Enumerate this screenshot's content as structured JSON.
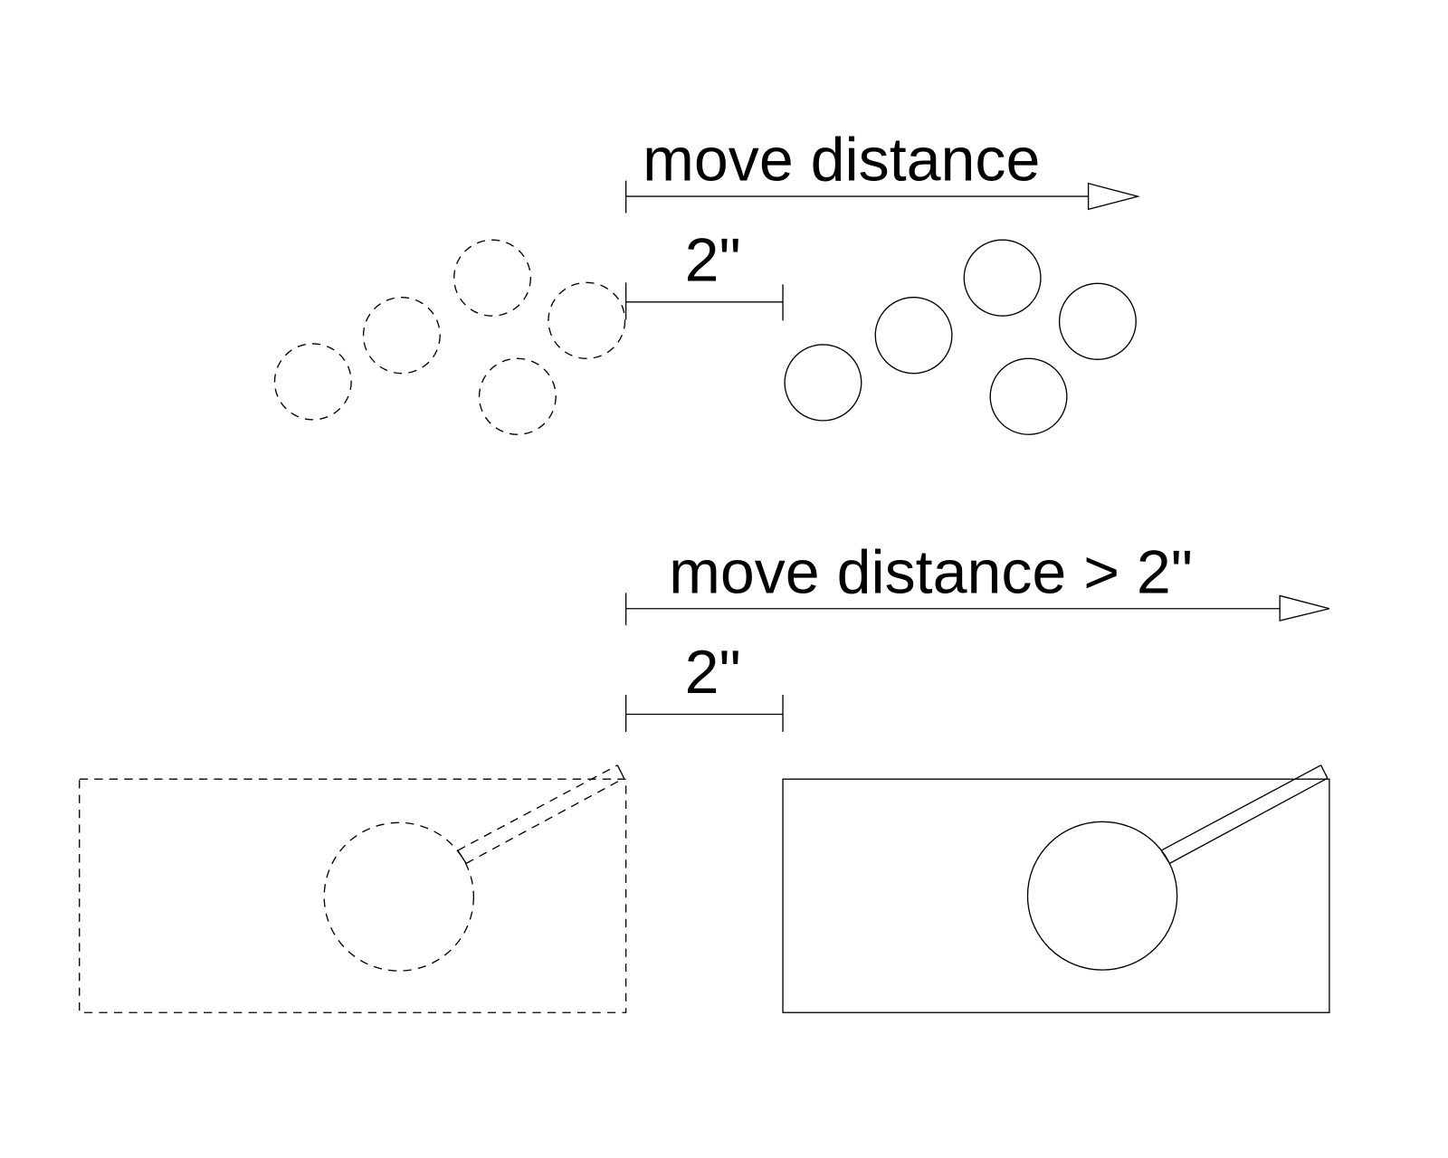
{
  "top_section": {
    "move_label": "move distance",
    "dim_label": "2\"",
    "objects": "circles"
  },
  "bottom_section": {
    "move_label": "move distance > 2\"",
    "dim_label": "2\"",
    "objects": "rectangle-with-ball"
  },
  "colors": {
    "stroke": "#000000",
    "background": "#ffffff"
  }
}
